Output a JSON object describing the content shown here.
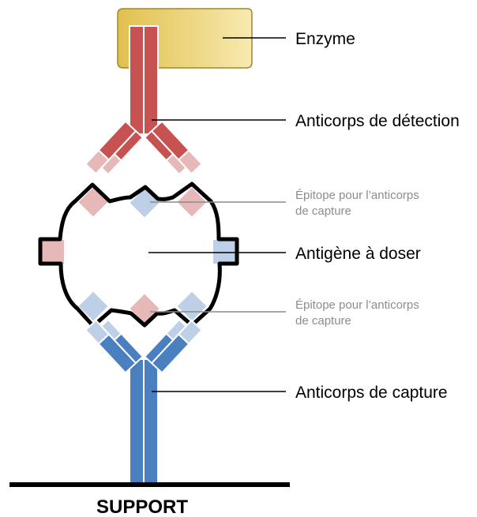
{
  "labels": {
    "enzyme": "Enzyme",
    "detection_antibody": "Anticorps de détection",
    "capture_epitope_top_line1": "Épitope pour l’anticorps",
    "capture_epitope_top_line2": "de capture",
    "antigen": "Antigène à doser",
    "capture_epitope_bottom_line1": "Épitope pour l’anticorps",
    "capture_epitope_bottom_line2": "de capture",
    "capture_antibody": "Anticorps de capture",
    "support": "SUPPORT"
  },
  "colors": {
    "enzyme_light": "#f7e7a3",
    "enzyme_dark": "#e0c050",
    "detection_red": "#c65351",
    "detection_pink": "#e7b8b8",
    "capture_blue": "#4a7fc0",
    "capture_lightblue": "#bdd0e8",
    "antigen_outline": "#000000",
    "epitope_label_gray": "#8c8c8c"
  }
}
